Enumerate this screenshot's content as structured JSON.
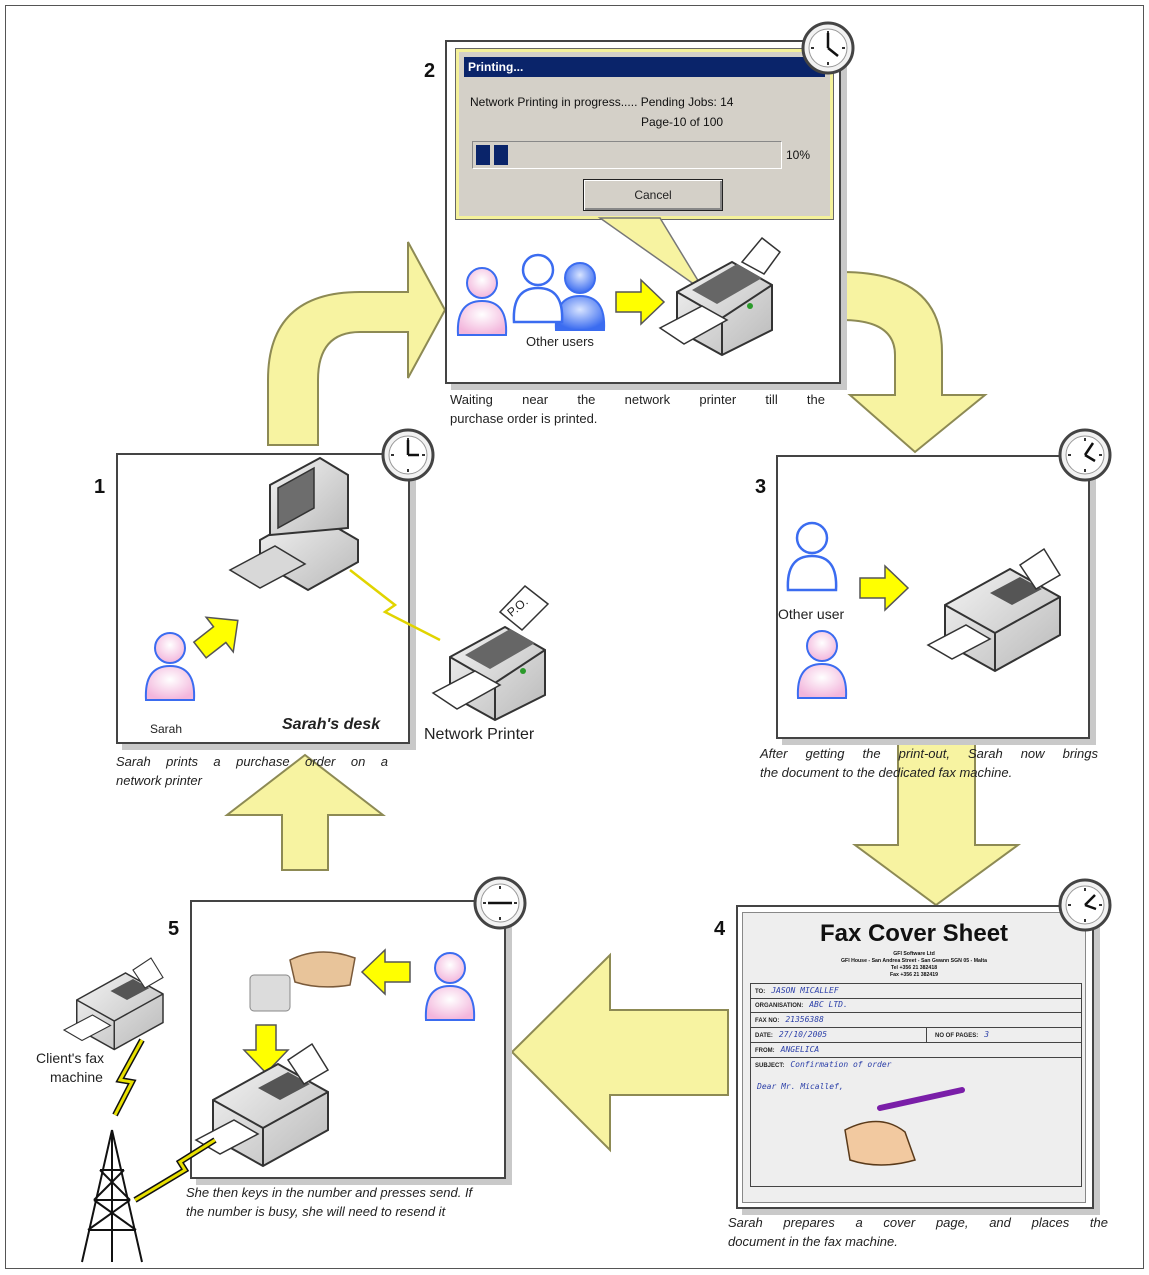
{
  "steps": {
    "s1": {
      "number": "1",
      "person": "Sarah",
      "desk": "Sarah's desk",
      "printer": "Network Printer",
      "printer_paper": "P.O.",
      "caption": [
        "Sarah prints a purchase order on a",
        "network printer"
      ]
    },
    "s2": {
      "number": "2",
      "users": "Other users",
      "caption": [
        "Waiting near the network printer till the",
        "purchase order is printed."
      ]
    },
    "s3": {
      "number": "3",
      "user": "Other user",
      "caption": [
        "After getting the print-out, Sarah now brings",
        "the document to the dedicated fax machine."
      ]
    },
    "s4": {
      "number": "4",
      "caption": [
        "Sarah prepares a cover page, and places the",
        "document in the fax machine."
      ]
    },
    "s5": {
      "number": "5",
      "client_fax": [
        "Client's fax",
        "machine"
      ],
      "caption": [
        "She then keys in the number and presses send. If",
        "the number is busy, she will need to resend it"
      ]
    }
  },
  "dialog": {
    "title": "Printing...",
    "status": "Network Printing in progress..... Pending Jobs: 14",
    "page": "Page-10 of 100",
    "percent": "10%",
    "progress": 0.1,
    "cancel": "Cancel"
  },
  "fax_cover": {
    "title": "Fax Cover Sheet",
    "company": "GFI Software Ltd",
    "address": "GFI House - San Andrea Street - San Gwann SGN 05 - Malta",
    "tel": "Tel +356 21 382418",
    "fax": "Fax +356 21 382419",
    "to_label": "TO:",
    "to": "JASON MICALLEF",
    "org_label": "ORGANISATION:",
    "org": "ABC LTD.",
    "faxno_label": "FAX NO:",
    "faxno": "21356388",
    "date_label": "DATE:",
    "date": "27/10/2005",
    "pages_label": "NO OF PAGES:",
    "pages": "3",
    "from_label": "FROM:",
    "from": "ANGELICA",
    "subject_label": "SUBJECT:",
    "subject": "Confirmation of order",
    "body": "Dear Mr. Micallef,"
  },
  "colors": {
    "arrow_fill": "#f7f3a1",
    "arrow_stroke": "#8d8a54",
    "small_arrow": "#ffff00",
    "person_blue": "#3b6cf0",
    "person_pink": "#f3b6dc"
  }
}
